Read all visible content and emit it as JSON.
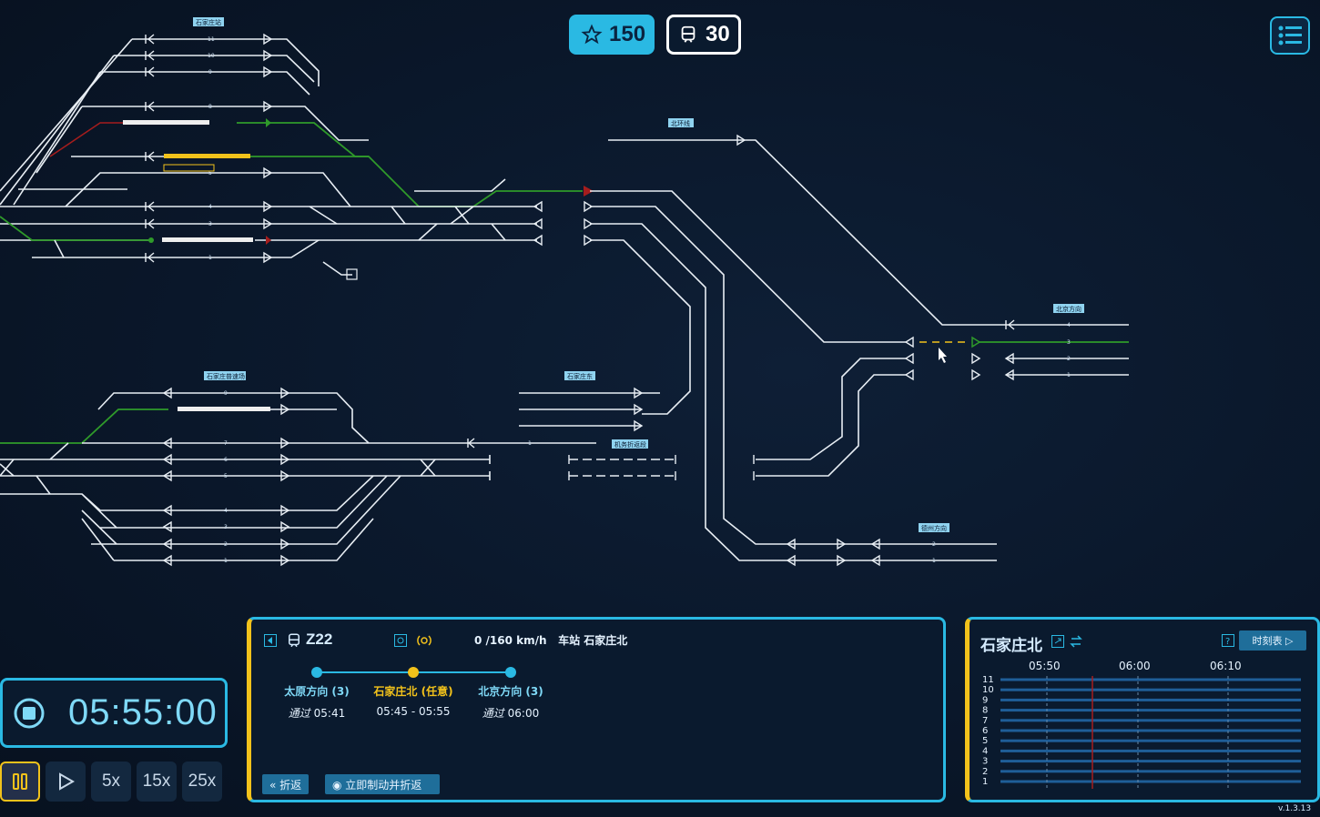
{
  "counters": {
    "stars": "150",
    "trains": "30"
  },
  "map_labels": {
    "yard_main": "石家庄站",
    "north_ring": "北环线",
    "beijing_dir": "北京方向",
    "sjz_depot": "石家庄普速场",
    "sjz_east": "石家庄东",
    "engine_loop": "机务折返段",
    "dezhou_dir": "德州方向"
  },
  "clock": {
    "time": "05:55:00"
  },
  "speed_controls": [
    "5x",
    "15x",
    "25x"
  ],
  "train_panel": {
    "train_id": "Z22",
    "speed": "0 /160  km/h",
    "station_label": "车站 石家庄北",
    "stops": [
      {
        "name": "太原方向 (3)",
        "time_prefix": "通过",
        "time": "05:41"
      },
      {
        "name": "石家庄北 (任意)",
        "time_prefix": "",
        "time": "05:45 - 05:55"
      },
      {
        "name": "北京方向 (3)",
        "time_prefix": "通过",
        "time": "06:00"
      }
    ],
    "buttons": {
      "reverse": "« 折返",
      "brake_reverse": "◉ 立即制动并折返"
    }
  },
  "station_panel": {
    "title": "石家庄北",
    "timetable_button": "时刻表 ▷",
    "times": [
      "05:50",
      "06:00",
      "06:10"
    ],
    "tracks": [
      "11",
      "10",
      "9",
      "8",
      "7",
      "6",
      "5",
      "4",
      "3",
      "2",
      "1"
    ]
  },
  "version": "v.1.3.13",
  "colors": {
    "accent": "#2ab9e3",
    "selected": "#f2c21b",
    "track": "#e8eef4",
    "route": "#2f9a2a",
    "danger": "#a51d1d"
  }
}
